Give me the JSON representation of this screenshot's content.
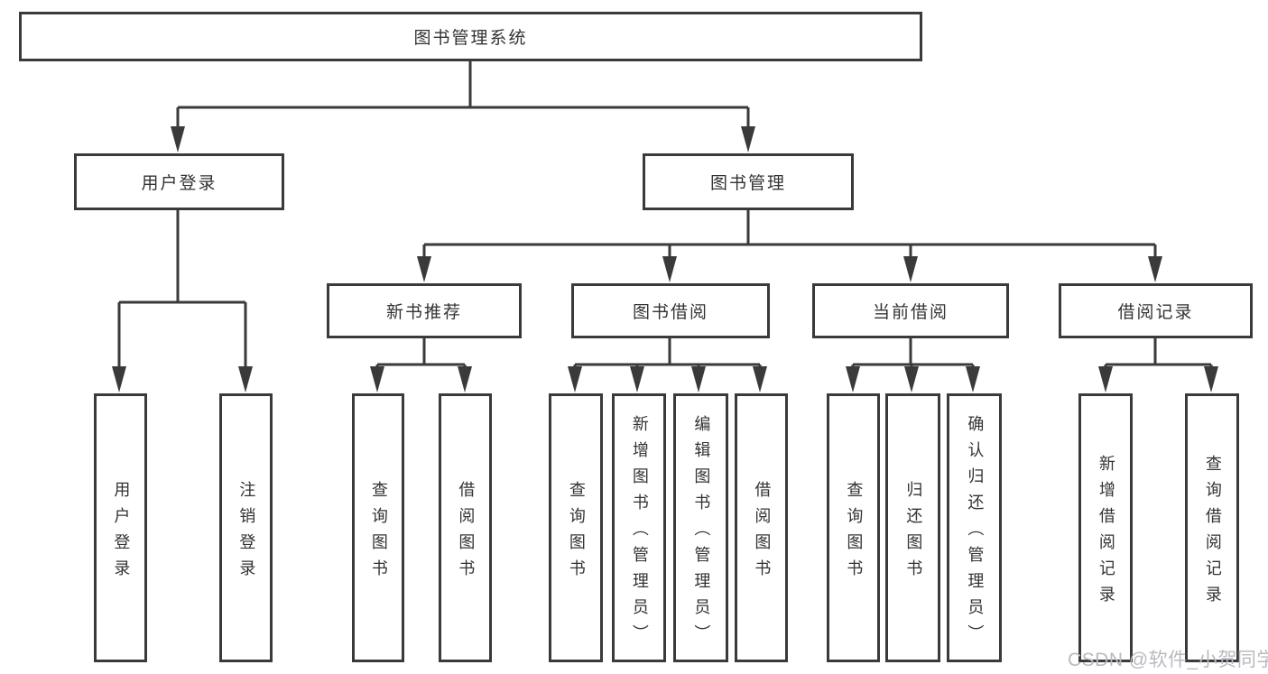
{
  "diagram": {
    "root": {
      "label": "图书管理系统"
    },
    "level1": [
      {
        "label": "用户登录"
      },
      {
        "label": "图书管理"
      }
    ],
    "level2": [
      {
        "label": "新书推荐"
      },
      {
        "label": "图书借阅"
      },
      {
        "label": "当前借阅"
      },
      {
        "label": "借阅记录"
      }
    ],
    "leaves": {
      "user_login": [
        "用户登录",
        "注销登录"
      ],
      "new_books": [
        "查询图书",
        "借阅图书"
      ],
      "book_borrow": [
        "查询图书",
        "新增图书（管理员）",
        "编辑图书（管理员）",
        "借阅图书"
      ],
      "current_borrow": [
        "查询图书",
        "归还图书",
        "确认归还（管理员）"
      ],
      "borrow_records": [
        "新增借阅记录",
        "查询借阅记录"
      ]
    },
    "watermark": "CSDN @软件_小贺同学",
    "colors": {
      "line": "#3a3a3a",
      "text": "#333333",
      "watermark": "#b9bac0",
      "background": "#ffffff",
      "box_fill": "#ffffff"
    }
  }
}
